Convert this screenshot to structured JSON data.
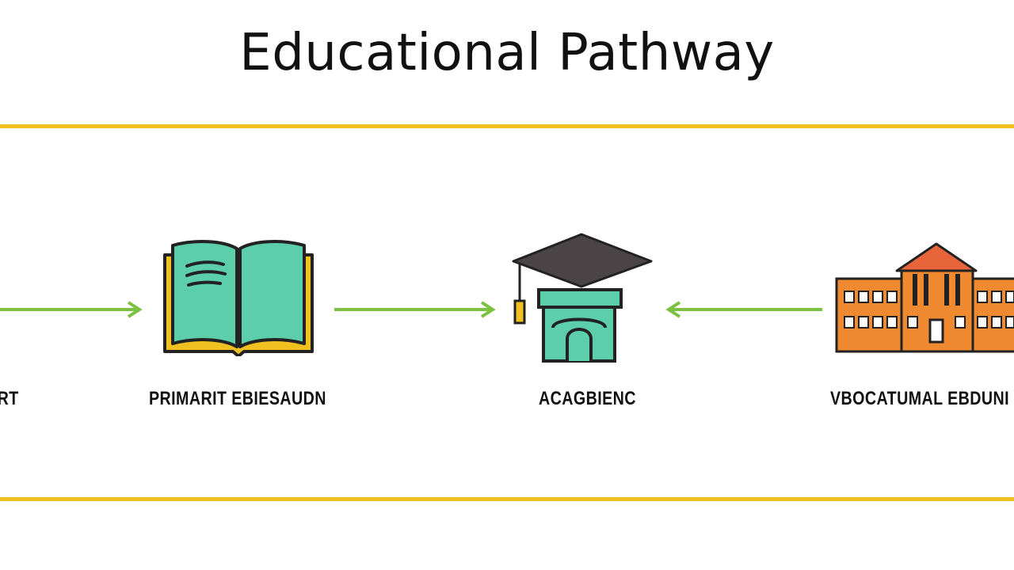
{
  "title": "Educational Pathway",
  "colors": {
    "rule": "#f0c020",
    "arrow": "#7cc142",
    "book_page": "#5ccfaa",
    "book_cover": "#f0c020",
    "cap": "#4a4446",
    "building": "#f08a30",
    "roof": "#e8643a"
  },
  "stages": [
    {
      "label": "ART",
      "icon": "none"
    },
    {
      "label": "PRIMARIT EBIESAUDN",
      "icon": "open-book-icon"
    },
    {
      "label": "ACAGBIENC",
      "icon": "graduation-cap-icon"
    },
    {
      "label": "VBOCATUMAL EBDUNI",
      "icon": "school-building-icon"
    }
  ],
  "arrows": [
    {
      "direction": "right"
    },
    {
      "direction": "right"
    },
    {
      "direction": "left"
    }
  ]
}
